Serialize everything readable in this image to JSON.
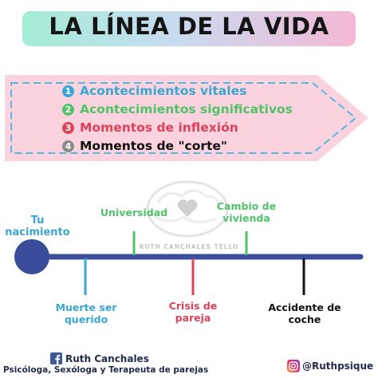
{
  "title": "LA LÍNEA DE LA VIDA",
  "colors": {
    "blue": "#3aa6d2",
    "green": "#4fc26a",
    "red": "#dd4158",
    "black": "#111111",
    "timeline": "#3b4d9a",
    "panel": "#fbd3df",
    "dash": "#52b9de",
    "footer_text": "#1f2a4b"
  },
  "legend": [
    {
      "number": "1",
      "label": "Acontecimientos vitales",
      "color": "#3aa6d2"
    },
    {
      "number": "2",
      "label": "Acontecimientos significativos",
      "color": "#4fc26a"
    },
    {
      "number": "3",
      "label": "Momentos de inflexión",
      "color": "#dd4158"
    },
    {
      "number": "4",
      "label": "Momentos de \"corte\"",
      "color": "#111111"
    }
  ],
  "timeline": {
    "start_label": [
      "Tu",
      "nacimiento"
    ],
    "events_above": [
      {
        "label": [
          "Universidad"
        ],
        "color": "#4fc26a"
      },
      {
        "label": [
          "Cambio de",
          "vivienda"
        ],
        "color": "#4fc26a"
      }
    ],
    "events_below": [
      {
        "label": [
          "Muerte ser",
          "querido"
        ],
        "color": "#3aa6d2"
      },
      {
        "label": [
          "Crisis de",
          "pareja"
        ],
        "color": "#dd4158"
      },
      {
        "label": [
          "Accidente de",
          "coche"
        ],
        "color": "#111111"
      }
    ]
  },
  "watermark": "RUTH CANCHALES TELLO",
  "watermark_icon": "brain-heart-icon",
  "footer": {
    "facebook_icon": "facebook-icon",
    "author": "Ruth Canchales",
    "profession": "Psicóloga, Sexóloga y Terapeuta de parejas",
    "instagram_icon": "instagram-icon",
    "handle": "@Ruthpsique"
  }
}
